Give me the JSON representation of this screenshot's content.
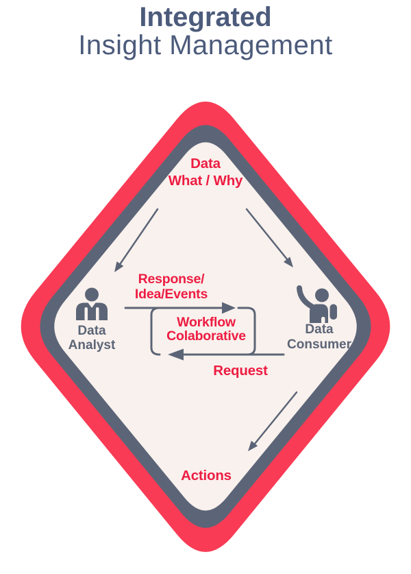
{
  "colors": {
    "background": "#FFFFFF",
    "title_text": "#4C5B7B",
    "band_red": "#F93B55",
    "band_slate": "#5C6577",
    "fill_cream": "#F9F1ED",
    "red_text": "#ED1C42",
    "slate_text": "#5C6577"
  },
  "title": {
    "line1": "Integrated",
    "line2": "Insight Management"
  },
  "diagram": {
    "top_node": {
      "line1": "Data",
      "line2": "What / Why"
    },
    "left_actor": {
      "line1": "Data",
      "line2": "Analyst"
    },
    "right_actor": {
      "line1": "Data",
      "line2": "Consumer"
    },
    "response_label": {
      "line1": "Response/",
      "line2": "Idea/Events"
    },
    "loop_label": {
      "line1": "Workflow",
      "line2": "Colaborative"
    },
    "request_label": "Request",
    "actions_label": "Actions"
  }
}
